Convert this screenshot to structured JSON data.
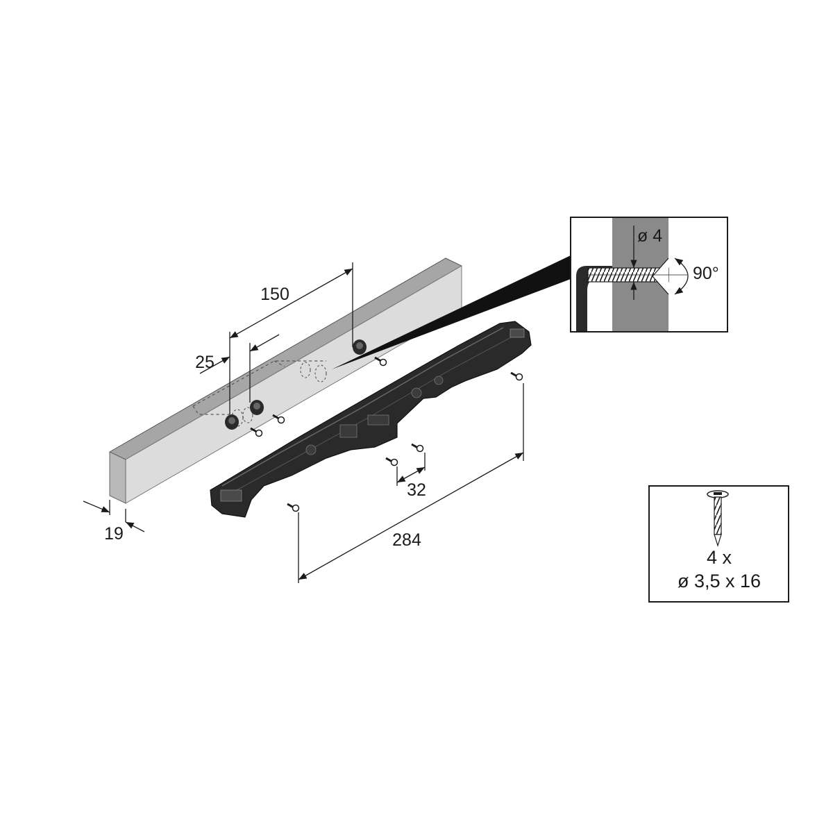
{
  "dimensions": {
    "hole_spacing": "150",
    "front_offset": "25",
    "panel_thickness": "19",
    "screw_spacing": "32",
    "rail_length": "284"
  },
  "detail": {
    "hole_diameter": "ø 4",
    "countersink_angle": "90°"
  },
  "screw_box": {
    "quantity": "4 x",
    "size": "ø 3,5 x 16"
  },
  "colors": {
    "panel_face": "#dcdcdc",
    "panel_top": "#a6a6a6",
    "panel_end": "#b9b9b9",
    "rail": "#2a2a2a",
    "detail_panel": "#8a8a8a"
  }
}
